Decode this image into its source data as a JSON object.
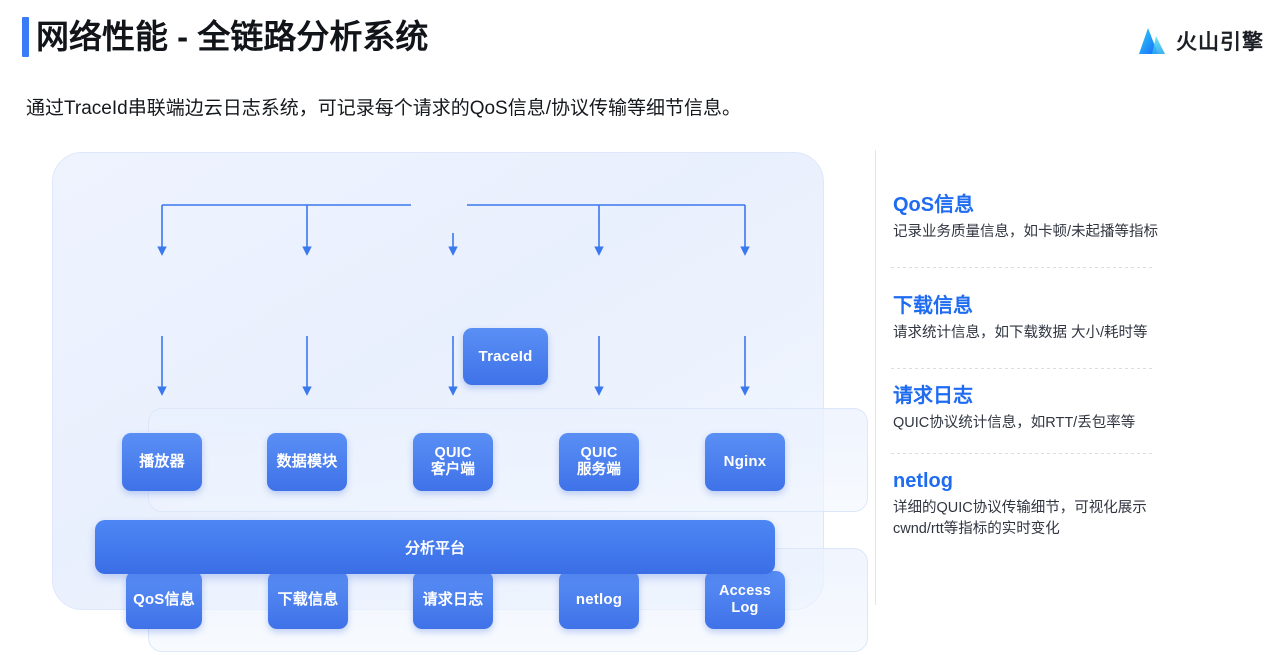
{
  "header": {
    "title": "网络性能 - 全链路分析系统",
    "accent_color": "#3a7bf7",
    "brand_name": "火山引擎",
    "brand_icon": "volcano-mountain-icon"
  },
  "subtitle": "通过TraceId串联端边云日志系统，可记录每个请求的QoS信息/协议传输等细节信息。",
  "diagram": {
    "root": {
      "label": "TraceId"
    },
    "middle_row": [
      {
        "label": "播放器"
      },
      {
        "label": "数据模块"
      },
      {
        "label": "QUIC\n客户端",
        "line1": "QUIC",
        "line2": "客户端"
      },
      {
        "label": "QUIC\n服务端",
        "line1": "QUIC",
        "line2": "服务端"
      },
      {
        "label": "Nginx"
      }
    ],
    "bottom_row": [
      {
        "label": "QoS信息"
      },
      {
        "label": "下载信息"
      },
      {
        "label": "请求日志"
      },
      {
        "label": "netlog"
      },
      {
        "label": "Access\nLog",
        "line1": "Access",
        "line2": "Log"
      }
    ],
    "platform_bar": {
      "label": "分析平台"
    },
    "node_color_top": "#5a8ff5",
    "node_color_bottom": "#3f72e8",
    "wire_color": "#3a78ee"
  },
  "info_sections": [
    {
      "title": "QoS信息",
      "desc": "记录业务质量信息，如卡顿/未起播等指标"
    },
    {
      "title": "下载信息",
      "desc": "请求统计信息，如下载数据 大小/耗时等"
    },
    {
      "title": "请求日志",
      "desc": "QUIC协议统计信息，如RTT/丢包率等"
    },
    {
      "title": "netlog",
      "desc": "详细的QUIC协议传输细节，可视化展示",
      "desc2": "cwnd/rtt等指标的实时变化"
    }
  ]
}
